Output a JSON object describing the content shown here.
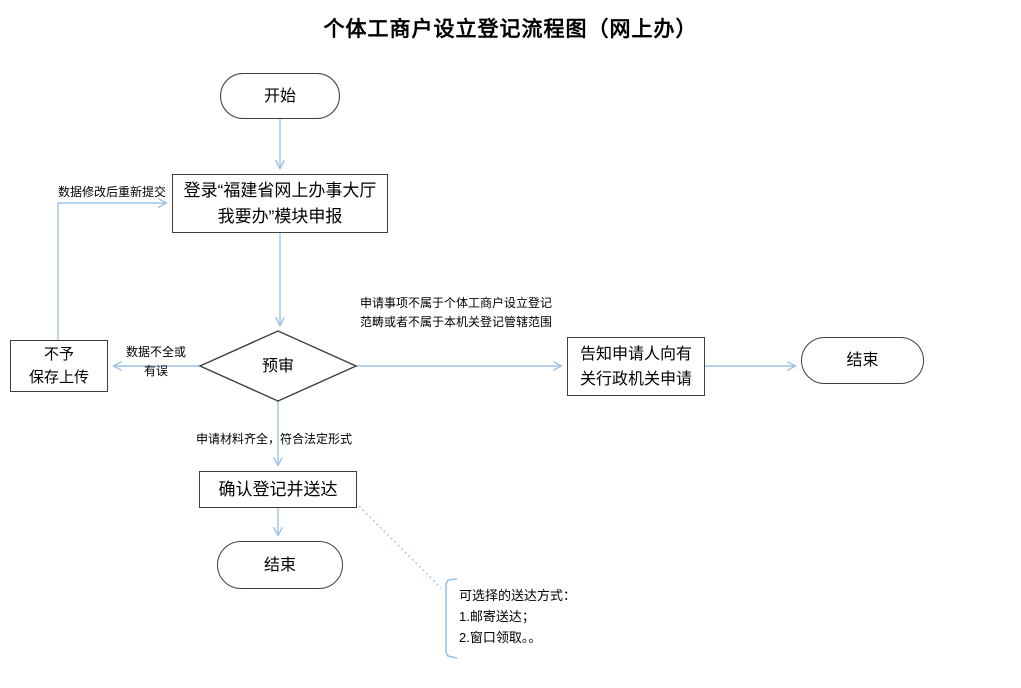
{
  "title": "个体工商户设立登记流程图（网上办）",
  "nodes": {
    "start": {
      "label": "开始",
      "shape": "stadium"
    },
    "login": {
      "label": "登录“福建省网上办事大厅\n我要办”模块申报",
      "shape": "rect"
    },
    "review": {
      "label": "预审",
      "shape": "diamond"
    },
    "deny": {
      "label": "不予\n保存上传",
      "shape": "rect"
    },
    "inform": {
      "label": "告知申请人向有\n关行政机关申请",
      "shape": "rect"
    },
    "end_right": {
      "label": "结束",
      "shape": "stadium"
    },
    "confirm": {
      "label": "确认登记并送达",
      "shape": "rect"
    },
    "end_bottom": {
      "label": "结束",
      "shape": "stadium"
    }
  },
  "edge_labels": {
    "resubmit": "数据修改后重新提交",
    "incomplete": "数据不全或\n有误",
    "out_of_scope": "申请事项不属于个体工商户设立登记\n范畴或者不属于本机关登记管辖范围",
    "complete": "申请材料齐全，符合法定形式"
  },
  "note": {
    "text": "可选择的送达方式：\n1.邮寄送达；\n2.窗口领取。。"
  },
  "colors": {
    "connector": "#9cc3e5",
    "shape_border": "#3f3f3f",
    "text": "#000000",
    "background": "#ffffff"
  }
}
